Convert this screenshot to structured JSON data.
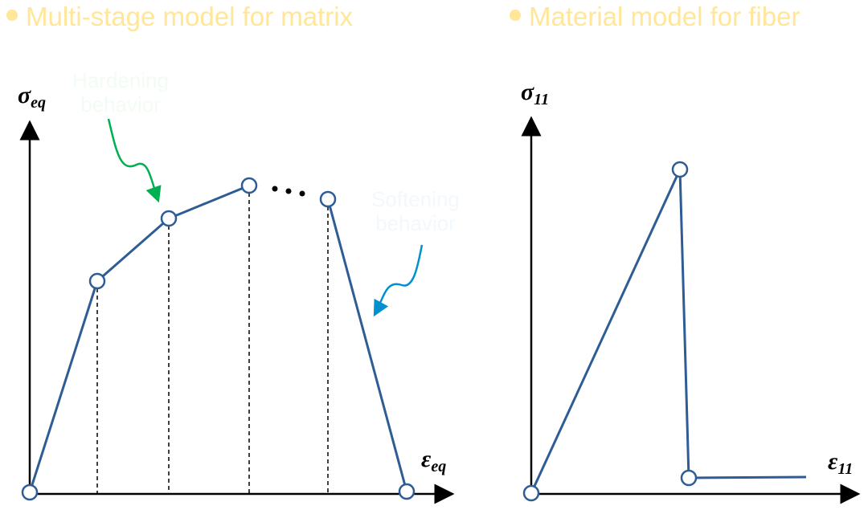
{
  "left_panel": {
    "title": "Multi-stage model for matrix",
    "y_axis": {
      "symbol": "σ",
      "subscript": "eq"
    },
    "x_axis": {
      "symbol": "ε",
      "subscript": "eq"
    },
    "hardening_label": [
      "Hardening",
      "behavior"
    ],
    "softening_label": [
      "Softening",
      "behavior"
    ],
    "ellipsis": "…"
  },
  "right_panel": {
    "title": "Material model for fiber",
    "y_axis": {
      "symbol": "σ",
      "subscript": "11"
    },
    "x_axis": {
      "symbol": "ε",
      "subscript": "11"
    }
  },
  "colors": {
    "title": "#FFE699",
    "curve": "#2E5C94",
    "hardening_arrow": "#00B050",
    "softening_arrow": "#0090D0"
  }
}
